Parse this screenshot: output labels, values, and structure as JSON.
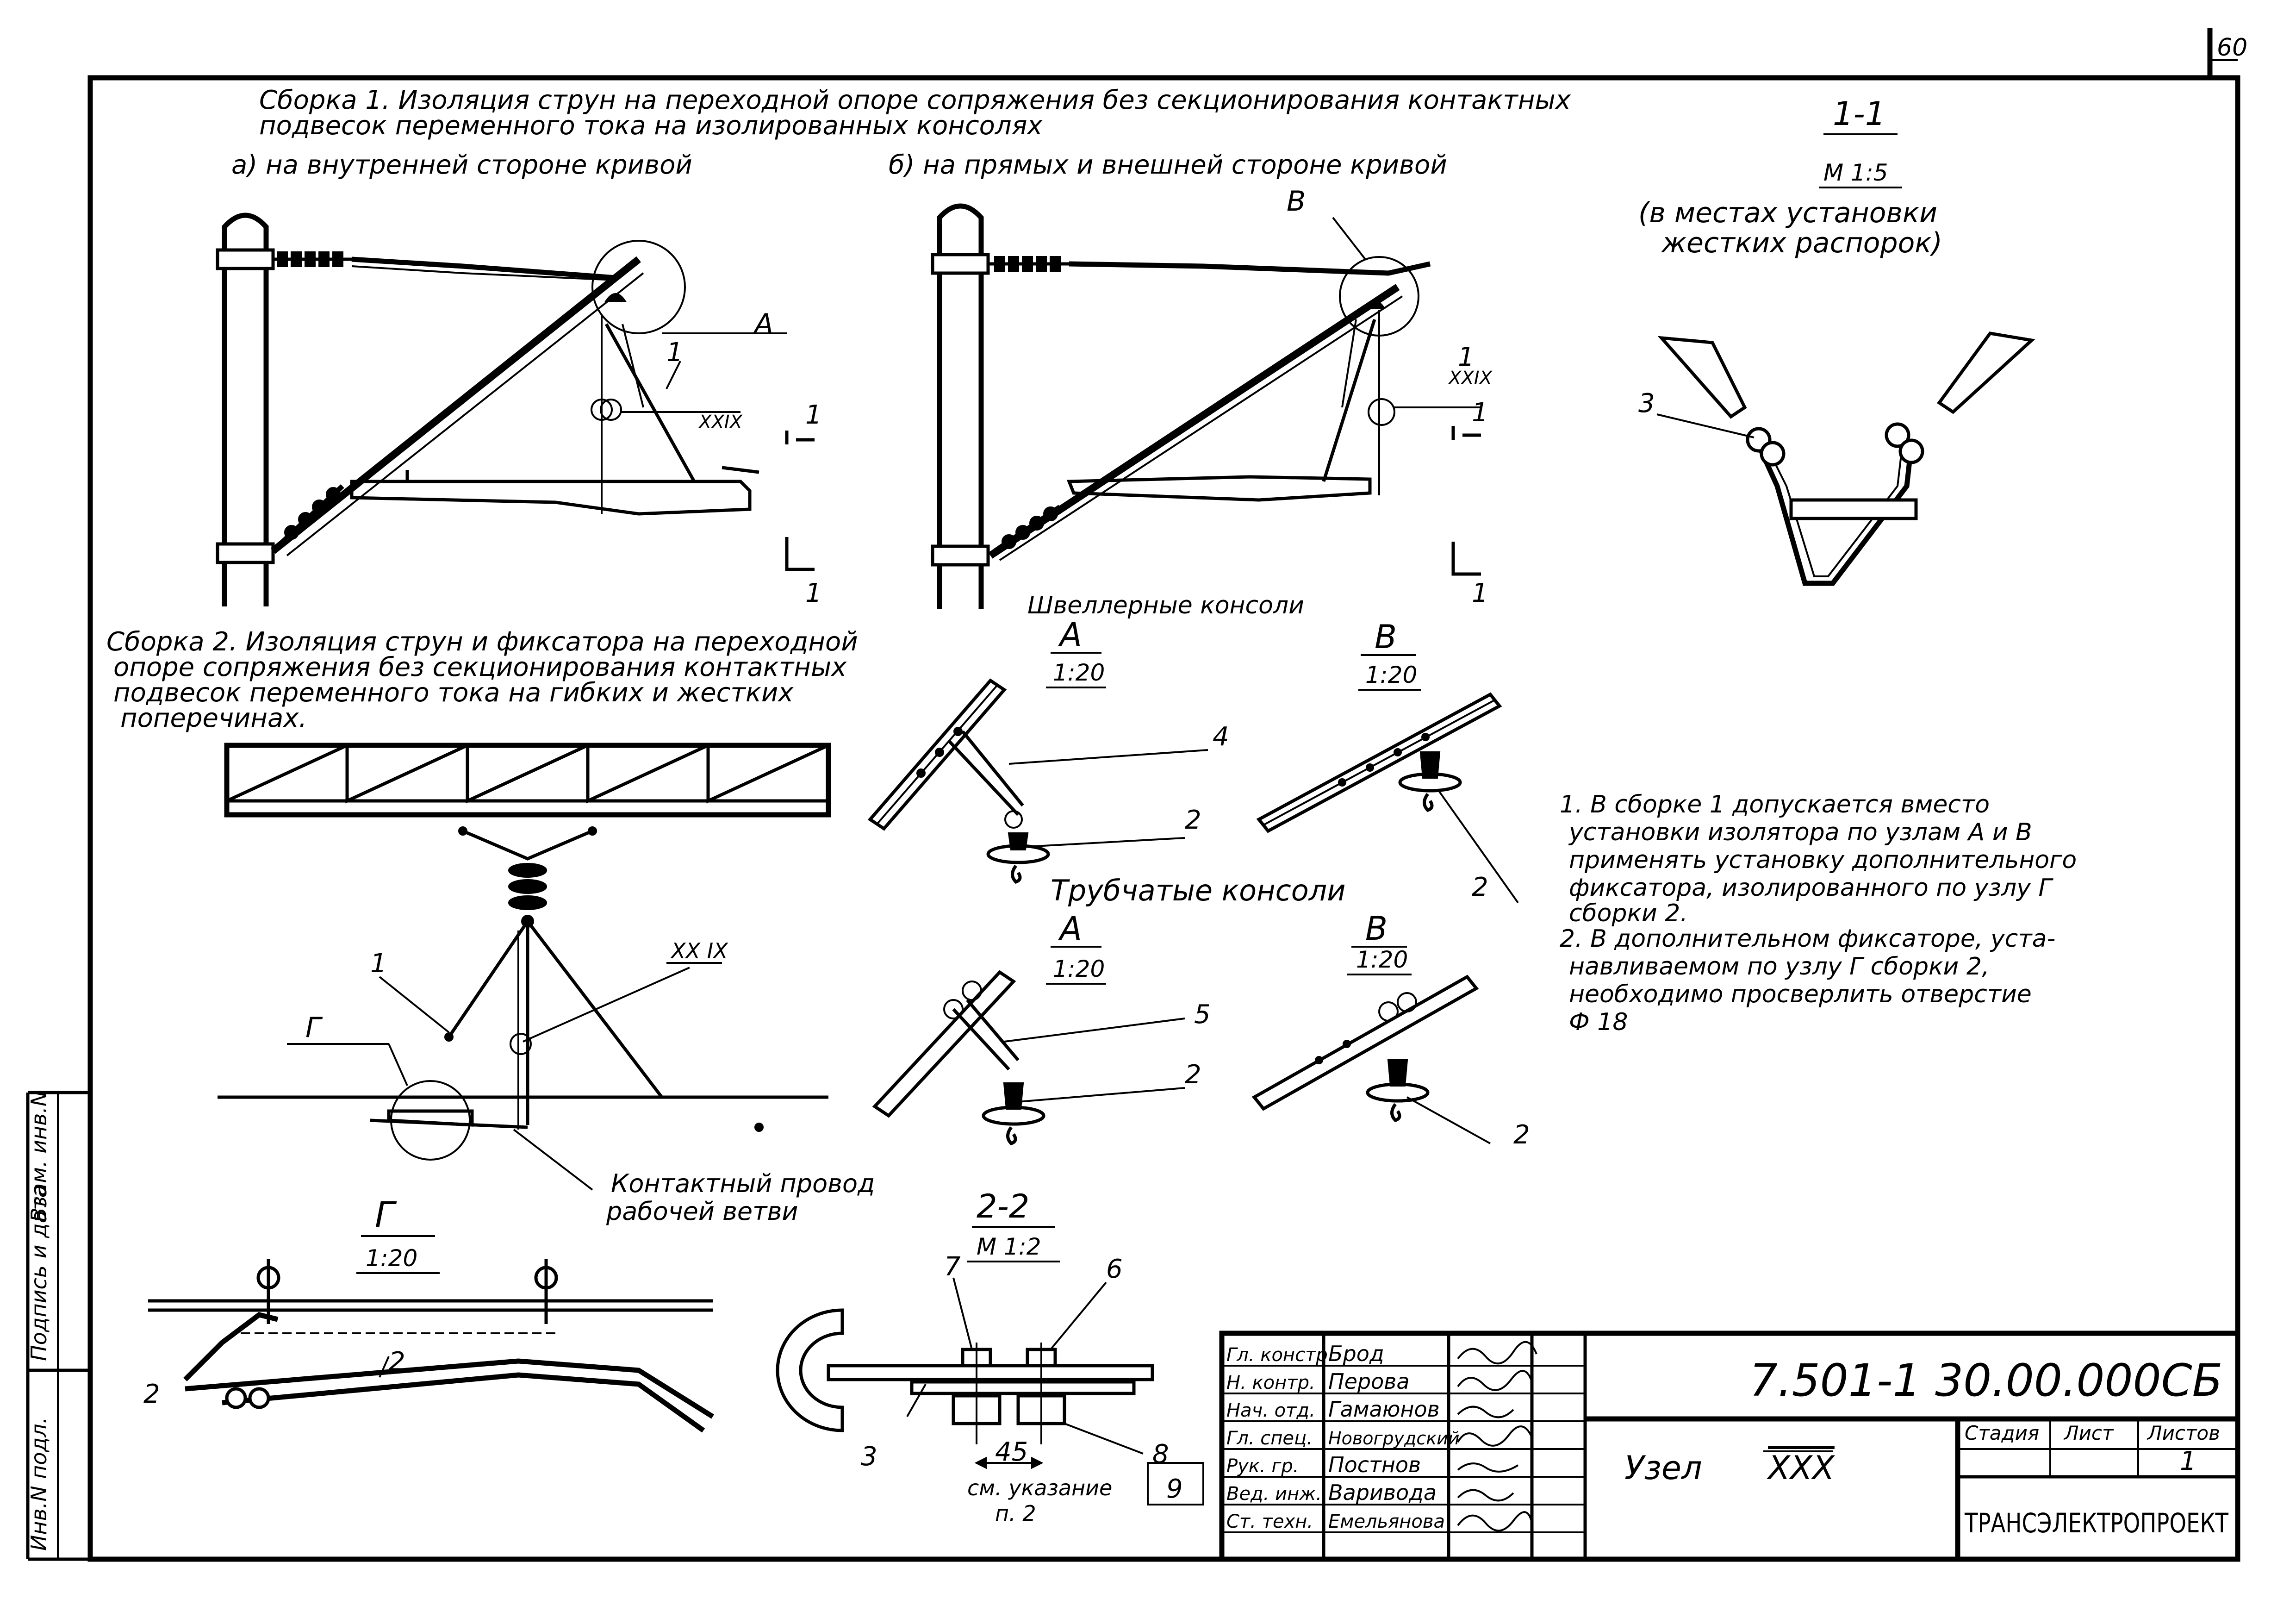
{
  "sheet": {
    "page_number": "60",
    "assembly1": {
      "title_line1": "Сборка 1. Изоляция струн на переходной опоре сопряжения без секционирования контактных",
      "title_line2": "подвесок переменного тока на изолированных консолях",
      "sub_a": "а) на внутренней стороне кривой",
      "sub_b": "б) на прямых и внешней стороне кривой"
    },
    "assembly2": {
      "title_line1": "Сборка 2. Изоляция струн и фиксатора на переходной",
      "title_line2": "опоре сопряжения без секционирования контактных",
      "title_line3": "подвесок переменного тока на гибких и жестких",
      "title_line4": "поперечинах."
    },
    "labels": {
      "node_A": "А",
      "node_B": "В",
      "node_G": "Г",
      "pos_1": "1",
      "pos_2": "2",
      "pos_3": "3",
      "pos_4": "4",
      "pos_5": "5",
      "pos_6": "6",
      "pos_7": "7",
      "pos_8": "8",
      "pos_9": "9",
      "xxix": "XXIX",
      "xxix_spaced": "XX IX",
      "dim_45": "45",
      "see_note_line1": "см. указание",
      "see_note_line2": "п. 2",
      "contact_wire_line1": "Контактный провод",
      "contact_wire_line2": "рабочей ветви"
    },
    "section_1_1": {
      "title": "1-1",
      "scale": "М 1:5",
      "note_line1": "(в местах установки",
      "note_line2": "жестких распорок)"
    },
    "section_2_2": {
      "title": "2-2",
      "scale": "М 1:2"
    },
    "channel_consoles": {
      "title": "Швеллерные консоли",
      "A_title": "А",
      "A_scale": "1:20",
      "B_title": "В",
      "B_scale": "1:20"
    },
    "tubular_consoles": {
      "title": "Трубчатые консоли",
      "A_title": "А",
      "A_scale": "1:20",
      "B_title": "В",
      "B_scale": "1:20"
    },
    "view_G": {
      "title": "Г",
      "scale": "1:20"
    },
    "notes": {
      "n1_line1": "1. В сборке 1 допускается вместо",
      "n1_line2": "установки изолятора по узлам А и В",
      "n1_line3": "применять установку дополнительного",
      "n1_line4": "фиксатора, изолированного по узлу Г",
      "n1_line5": "сборки 2.",
      "n2_line1": "2. В дополнительном фиксаторе, уста-",
      "n2_line2": "навливаемом по узлу Г сборки 2,",
      "n2_line3": "необходимо просверлить отверстие",
      "n2_line4": "Ф 18"
    },
    "left_margin": {
      "inv_podl": "Инв.N подл.",
      "podpis": "Подпись и дата",
      "vzam": "Взам. инв.N"
    }
  },
  "title_block": {
    "document_code": "7.501-1   30.00.000СБ",
    "name_label": "Узел",
    "name_value": "XXX",
    "stage_header": "Стадия",
    "sheet_header": "Лист",
    "sheets_header": "Листов",
    "stage_value": "",
    "sheet_value": "",
    "sheets_value": "1",
    "organization": "ТРАНСЭЛЕКТРОПРОЕКТ",
    "roles": [
      {
        "role": "Гл. констр.",
        "name": "Брод"
      },
      {
        "role": "Н. контр.",
        "name": "Перова"
      },
      {
        "role": "Нач. отд.",
        "name": "Гамаюнов"
      },
      {
        "role": "Гл. спец.",
        "name": "Новогрудский"
      },
      {
        "role": "Рук. гр.",
        "name": "Постнов"
      },
      {
        "role": "Вед. инж.",
        "name": "Варивода"
      },
      {
        "role": "Ст. техн.",
        "name": "Емельянова"
      }
    ]
  }
}
